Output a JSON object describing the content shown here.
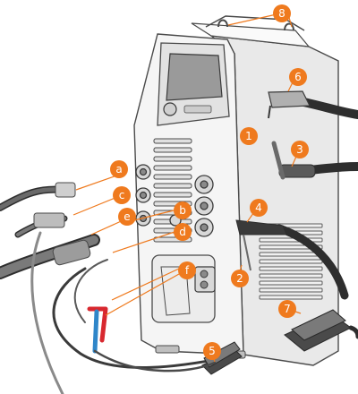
{
  "colors": {
    "callout": "#ef7a1e",
    "leader": "#ef7a1e",
    "outline": "#4a4a4a",
    "body_light": "#f3f3f3",
    "body_shade": "#dcdcdc",
    "cable": "#2e2e2e",
    "screen": "#9a9a9a",
    "clamp_red": "#d8282f",
    "clamp_blue": "#2f86c9"
  },
  "callouts": {
    "c1": "1",
    "c2": "2",
    "c3": "3",
    "c4": "4",
    "c5": "5",
    "c6": "6",
    "c7": "7",
    "c8": "8",
    "ca": "a",
    "cb": "b",
    "cc": "c",
    "cd": "d",
    "ce": "e",
    "cf": "f"
  },
  "icons": [
    "welding-machine-icon",
    "mig-torch-icon",
    "tig-torch-icon",
    "stick-electrode-holder-icon",
    "ground-clamp-icon",
    "foot-pedal-icon",
    "lifting-eyes-icon",
    "remote-clamp-icon"
  ]
}
